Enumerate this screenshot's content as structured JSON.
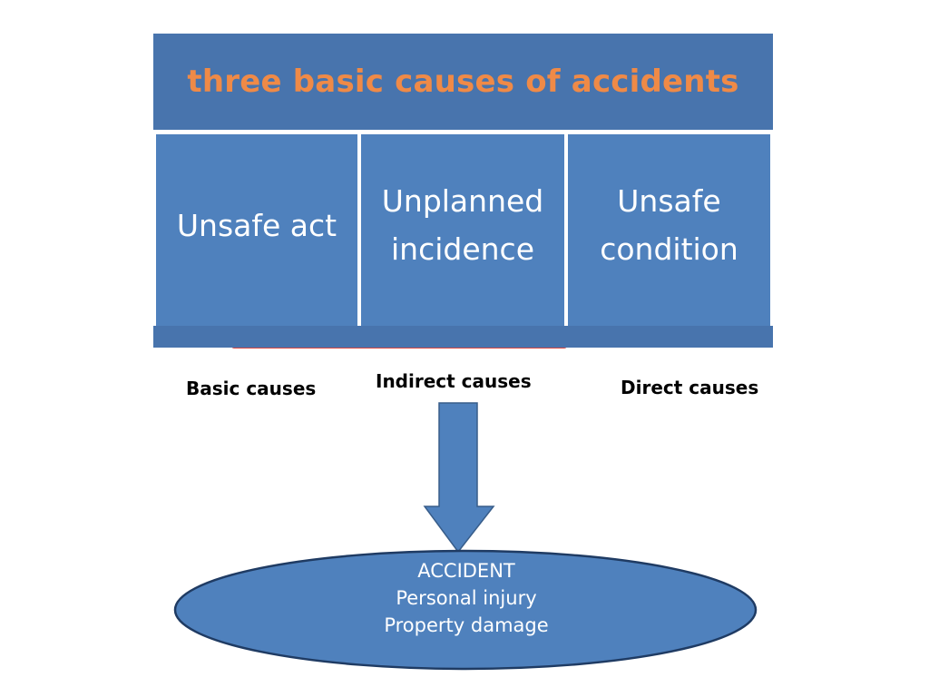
{
  "header": {
    "title": "three basic causes of accidents",
    "title_color": "#ef8a47",
    "background_color": "#4874ad"
  },
  "columns": [
    {
      "lines": [
        "Unsafe act"
      ]
    },
    {
      "lines": [
        "Unplanned",
        "incidence"
      ]
    },
    {
      "lines": [
        "Unsafe",
        "condition"
      ]
    }
  ],
  "column_color": "#4f81bd",
  "cause_labels": {
    "basic": "Basic causes",
    "indirect": "Indirect causes",
    "direct": "Direct causes"
  },
  "arrow": {
    "direction": "down",
    "fill_color": "#4f81bd",
    "stroke_color": "#385d8a"
  },
  "accident": {
    "lines": [
      "ACCIDENT",
      "Personal injury",
      "Property damage"
    ],
    "fill_color": "#4f81bd",
    "stroke_color": "#1f3b63"
  }
}
